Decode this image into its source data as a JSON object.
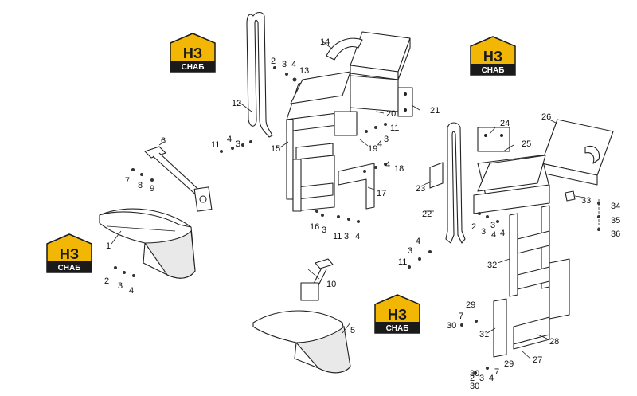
{
  "logo": {
    "letters": "НЗ",
    "caption": "СНАБ",
    "colors": {
      "roof": "#f2b705",
      "dark": "#1a1a1a",
      "letters": "#1a1a1a"
    }
  },
  "callouts": [
    "1",
    "2",
    "3",
    "4",
    "5",
    "6",
    "7",
    "8",
    "9",
    "10",
    "11",
    "12",
    "13",
    "14",
    "15",
    "16",
    "17",
    "18",
    "19",
    "20",
    "21",
    "22",
    "23",
    "24",
    "25",
    "26",
    "27",
    "28",
    "29",
    "30",
    "31",
    "32",
    "33",
    "34",
    "35",
    "36"
  ],
  "extra_callouts": [
    "2",
    "3",
    "4",
    "11",
    "3",
    "4",
    "11",
    "3",
    "4",
    "3",
    "4",
    "4",
    "3",
    "11",
    "3",
    "4",
    "2",
    "3",
    "4",
    "7",
    "30",
    "7",
    "29",
    "30",
    "3",
    "4",
    "2",
    "3",
    "4"
  ]
}
